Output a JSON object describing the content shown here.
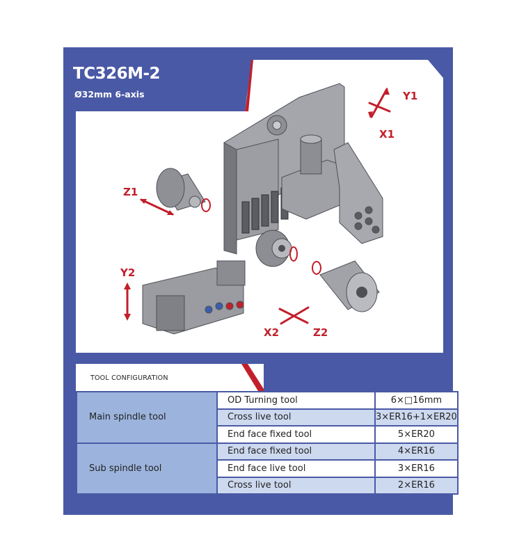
{
  "header": {
    "title": "TC326M-2",
    "subtitle": "Ø32mm 6-axis"
  },
  "axes": {
    "y1": "Y1",
    "x1": "X1",
    "z1": "Z1",
    "y2": "Y2",
    "x2": "X2",
    "z2": "Z2"
  },
  "config": {
    "heading": "TOOL CONFIGURATION",
    "groups": [
      {
        "name": "Main spindle tool",
        "rows": [
          {
            "tool": "OD Turning tool",
            "qty": "6×□16mm"
          },
          {
            "tool": "Cross live tool",
            "qty": "3×ER16+1×ER20"
          },
          {
            "tool": "End face fixed tool",
            "qty": "5×ER20"
          }
        ]
      },
      {
        "name": "Sub spindle tool",
        "rows": [
          {
            "tool": "End face fixed tool",
            "qty": "4×ER16"
          },
          {
            "tool": "End face live tool",
            "qty": "3×ER16"
          },
          {
            "tool": "Cross live tool",
            "qty": "2×ER16"
          }
        ]
      }
    ]
  },
  "colors": {
    "panel": "#4a59a5",
    "accent_red": "#c21f2a",
    "group_cell": "#9cb4dd",
    "stripe_row": "#cdd9ef"
  }
}
